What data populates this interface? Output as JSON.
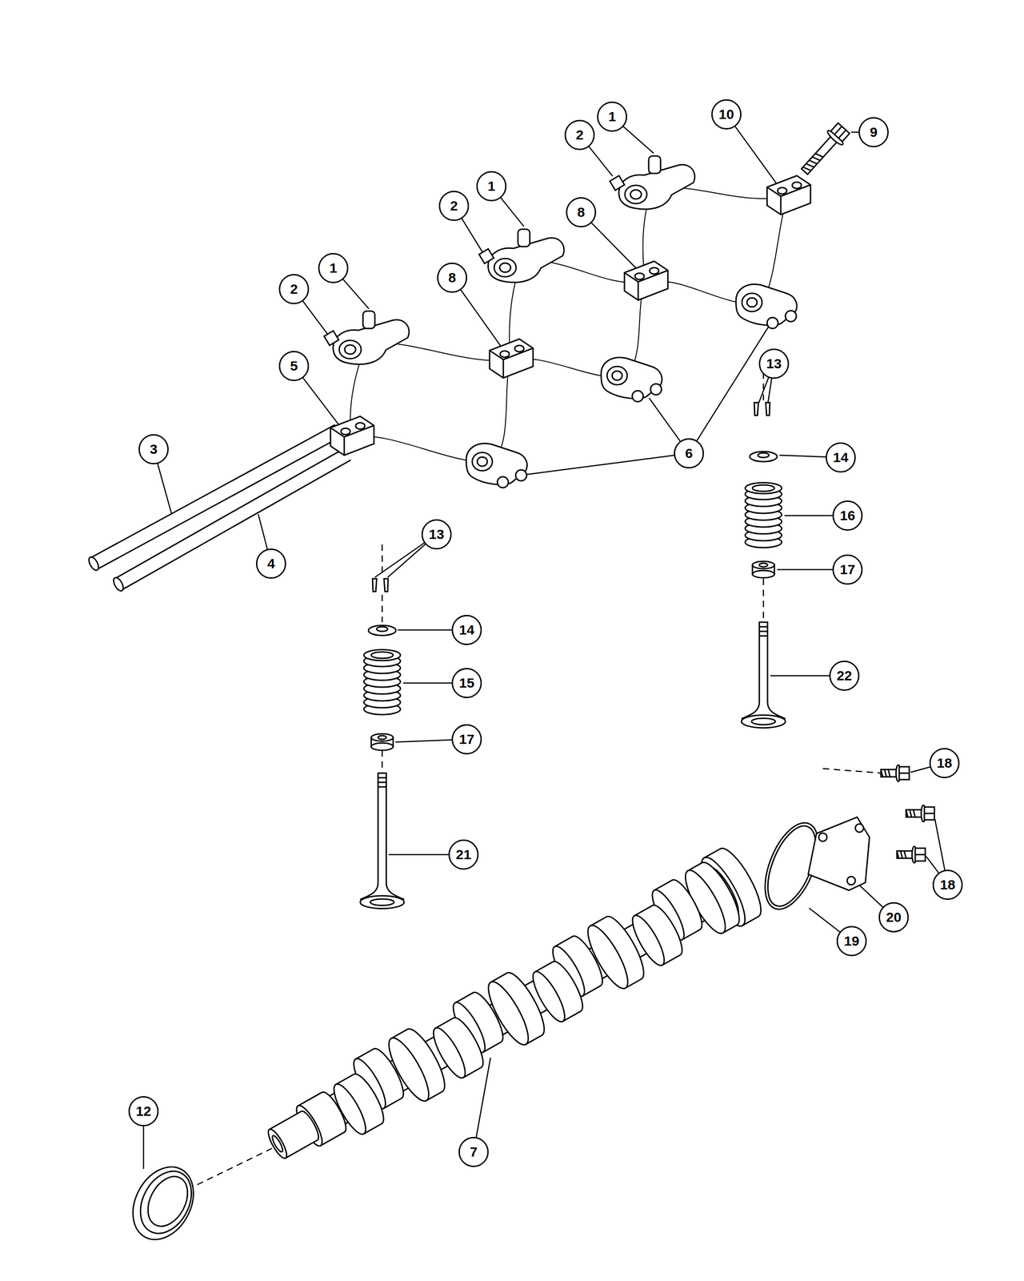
{
  "diagram": {
    "nodes": [
      {
        "text": [
          "10"
        ]
      },
      {
        "text": [
          "1"
        ]
      },
      {
        "text": [
          "9"
        ]
      },
      {
        "text": [
          "2"
        ]
      },
      {
        "text": [
          "1"
        ]
      },
      {
        "text": [
          "2"
        ]
      },
      {
        "text": [
          "8"
        ]
      },
      {
        "text": [
          "1"
        ]
      },
      {
        "text": [
          "8"
        ]
      },
      {
        "text": [
          "2"
        ]
      },
      {
        "text": [
          "13"
        ]
      },
      {
        "text": [
          "5"
        ]
      },
      {
        "text": [
          "3"
        ]
      },
      {
        "text": [
          "6"
        ]
      },
      {
        "text": [
          "14"
        ]
      },
      {
        "text": [
          "16"
        ]
      },
      {
        "text": [
          "13"
        ]
      },
      {
        "text": [
          "4"
        ]
      },
      {
        "text": [
          "17"
        ]
      },
      {
        "text": [
          "14"
        ]
      },
      {
        "text": [
          "22"
        ]
      },
      {
        "text": [
          "15"
        ]
      },
      {
        "text": [
          "17"
        ]
      },
      {
        "text": [
          "18"
        ]
      },
      {
        "text": [
          "21"
        ]
      },
      {
        "text": [
          "18"
        ]
      },
      {
        "text": [
          "20"
        ]
      },
      {
        "text": [
          "19"
        ]
      },
      {
        "text": [
          "12"
        ]
      },
      {
        "text": [
          "7"
        ]
      }
    ]
  }
}
